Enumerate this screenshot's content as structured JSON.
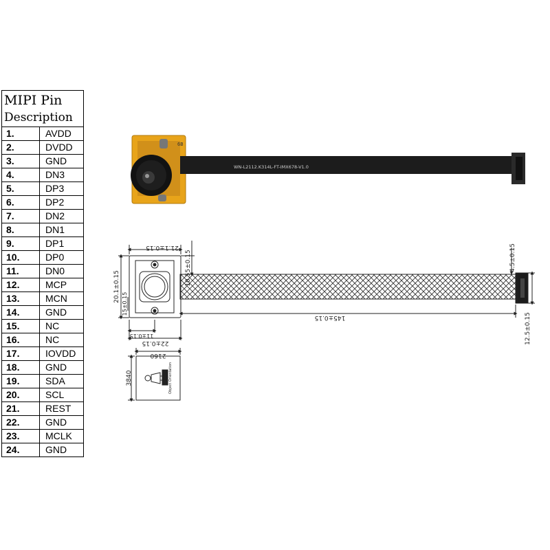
{
  "table": {
    "title_line1": "MIPI Pin",
    "title_line2": "Description",
    "pins": [
      {
        "num": "1.",
        "signal": "AVDD"
      },
      {
        "num": "2.",
        "signal": "DVDD"
      },
      {
        "num": "3.",
        "signal": "GND"
      },
      {
        "num": "4.",
        "signal": "DN3"
      },
      {
        "num": "5.",
        "signal": "DP3"
      },
      {
        "num": "6.",
        "signal": "DP2"
      },
      {
        "num": "7.",
        "signal": "DN2"
      },
      {
        "num": "8.",
        "signal": "DN1"
      },
      {
        "num": "9.",
        "signal": "DP1"
      },
      {
        "num": "10.",
        "signal": "DP0"
      },
      {
        "num": "11.",
        "signal": "DN0"
      },
      {
        "num": "12.",
        "signal": "MCP"
      },
      {
        "num": "13.",
        "signal": "MCN"
      },
      {
        "num": "14.",
        "signal": "GND"
      },
      {
        "num": "15.",
        "signal": "NC"
      },
      {
        "num": "16.",
        "signal": "NC"
      },
      {
        "num": "17.",
        "signal": "IOVDD"
      },
      {
        "num": "18.",
        "signal": "GND"
      },
      {
        "num": "19.",
        "signal": "SDA"
      },
      {
        "num": "20.",
        "signal": "SCL"
      },
      {
        "num": "21.",
        "signal": "REST"
      },
      {
        "num": "22.",
        "signal": "GND"
      },
      {
        "num": "23.",
        "signal": "MCLK"
      },
      {
        "num": "24.",
        "signal": "GND"
      }
    ]
  },
  "photo": {
    "cable_print": "WN-L2112.K314L-FT-IMX678-V1.0",
    "board_print": "6B"
  },
  "drawing": {
    "dim_top": "21.1±0.15",
    "dim_bottom_total": "22±0.15",
    "dim_bottom_inner": "11±0.15",
    "dim_left_height": "20.1±0.15",
    "dim_left_offset": "15±0.15",
    "dim_cable_width": "10.55±0.15",
    "dim_length": "145±0.15",
    "dim_connector_width": "4.5±0.15",
    "dim_connector_length": "12.5±0.15",
    "orient_width": "2160",
    "orient_height": "3840",
    "orient_label": "Object Orientation"
  },
  "colors": {
    "pcb": "#e8a41a",
    "flex": "#1c1c1c",
    "line": "#222222"
  }
}
